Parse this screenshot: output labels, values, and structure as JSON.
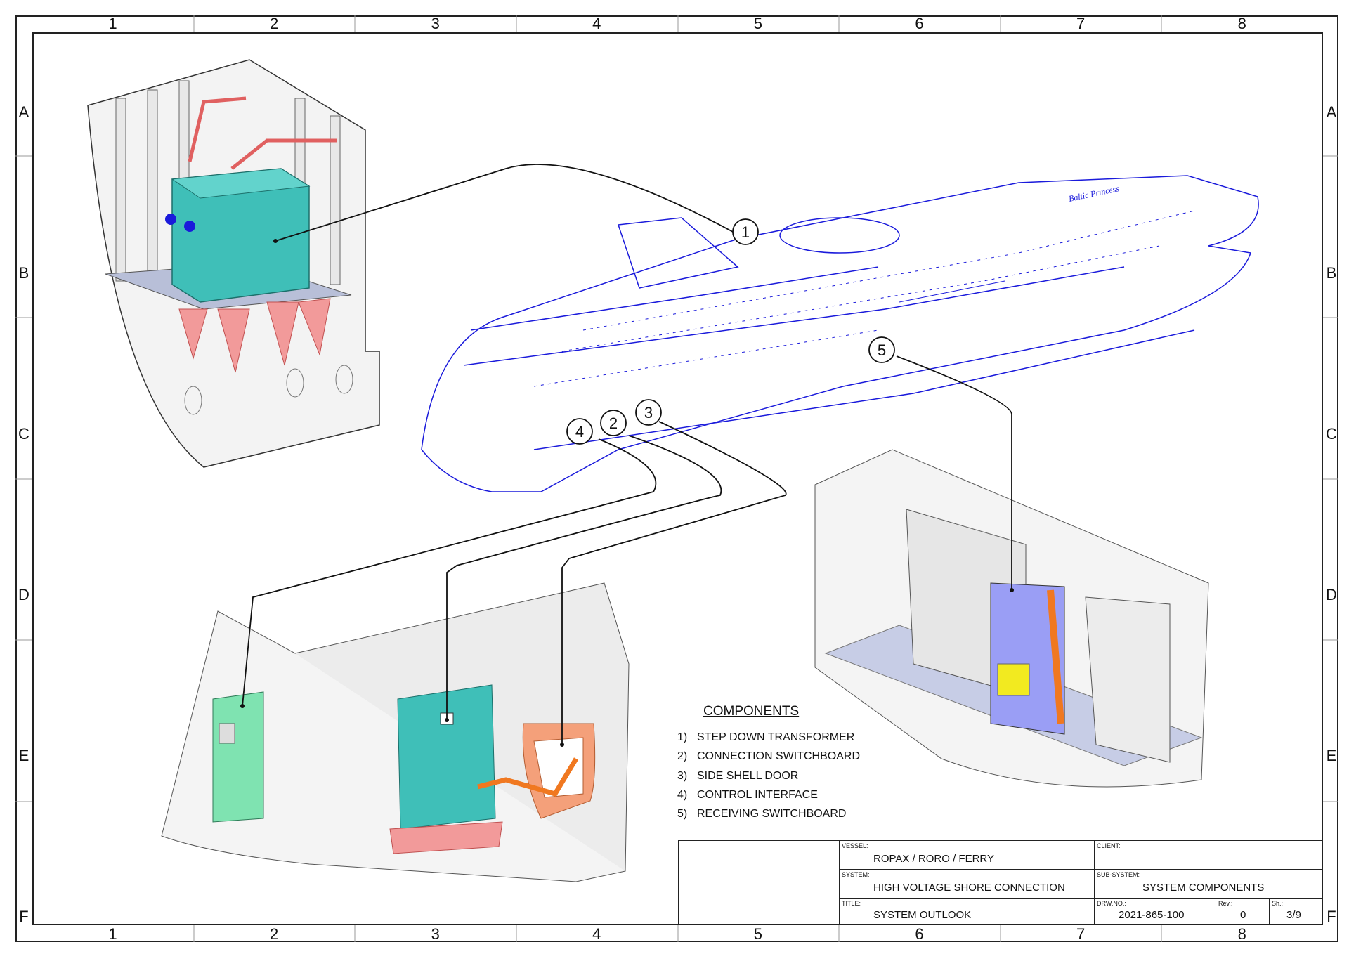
{
  "zones": {
    "columns": [
      "1",
      "2",
      "3",
      "4",
      "5",
      "6",
      "7",
      "8"
    ],
    "rows": [
      "A",
      "B",
      "C",
      "D",
      "E",
      "F"
    ]
  },
  "callouts": [
    "1",
    "2",
    "3",
    "4",
    "5"
  ],
  "components": {
    "title": "COMPONENTS",
    "items": [
      {
        "num": "1)",
        "label": "STEP DOWN TRANSFORMER"
      },
      {
        "num": "2)",
        "label": "CONNECTION SWITCHBOARD"
      },
      {
        "num": "3)",
        "label": "SIDE SHELL DOOR"
      },
      {
        "num": "4)",
        "label": "CONTROL INTERFACE"
      },
      {
        "num": "5)",
        "label": "RECEIVING SWITCHBOARD"
      }
    ]
  },
  "ship_name": "Baltic Princess",
  "title_block": {
    "vessel_label": "VESSEL:",
    "vessel": "ROPAX / RORO / FERRY",
    "client_label": "CLIENT:",
    "client": "",
    "system_label": "SYSTEM:",
    "system": "HIGH VOLTAGE SHORE CONNECTION",
    "subsystem_label": "SUB-SYSTEM:",
    "subsystem": "SYSTEM COMPONENTS",
    "title_label": "TITLE:",
    "title": "SYSTEM OUTLOOK",
    "drwno_label": "DRW.NO.:",
    "drwno": "2021-865-100",
    "rev_label": "Rev.:",
    "rev": "0",
    "sheet_label": "Sh.:",
    "sheet": "3/9"
  },
  "colors": {
    "ship": "#1a1adb",
    "transformer": "#3fbfb8",
    "foundation": "#f08c8c",
    "cable_tray": "#e06060",
    "copper": "#f07820",
    "lines": "#111111"
  }
}
